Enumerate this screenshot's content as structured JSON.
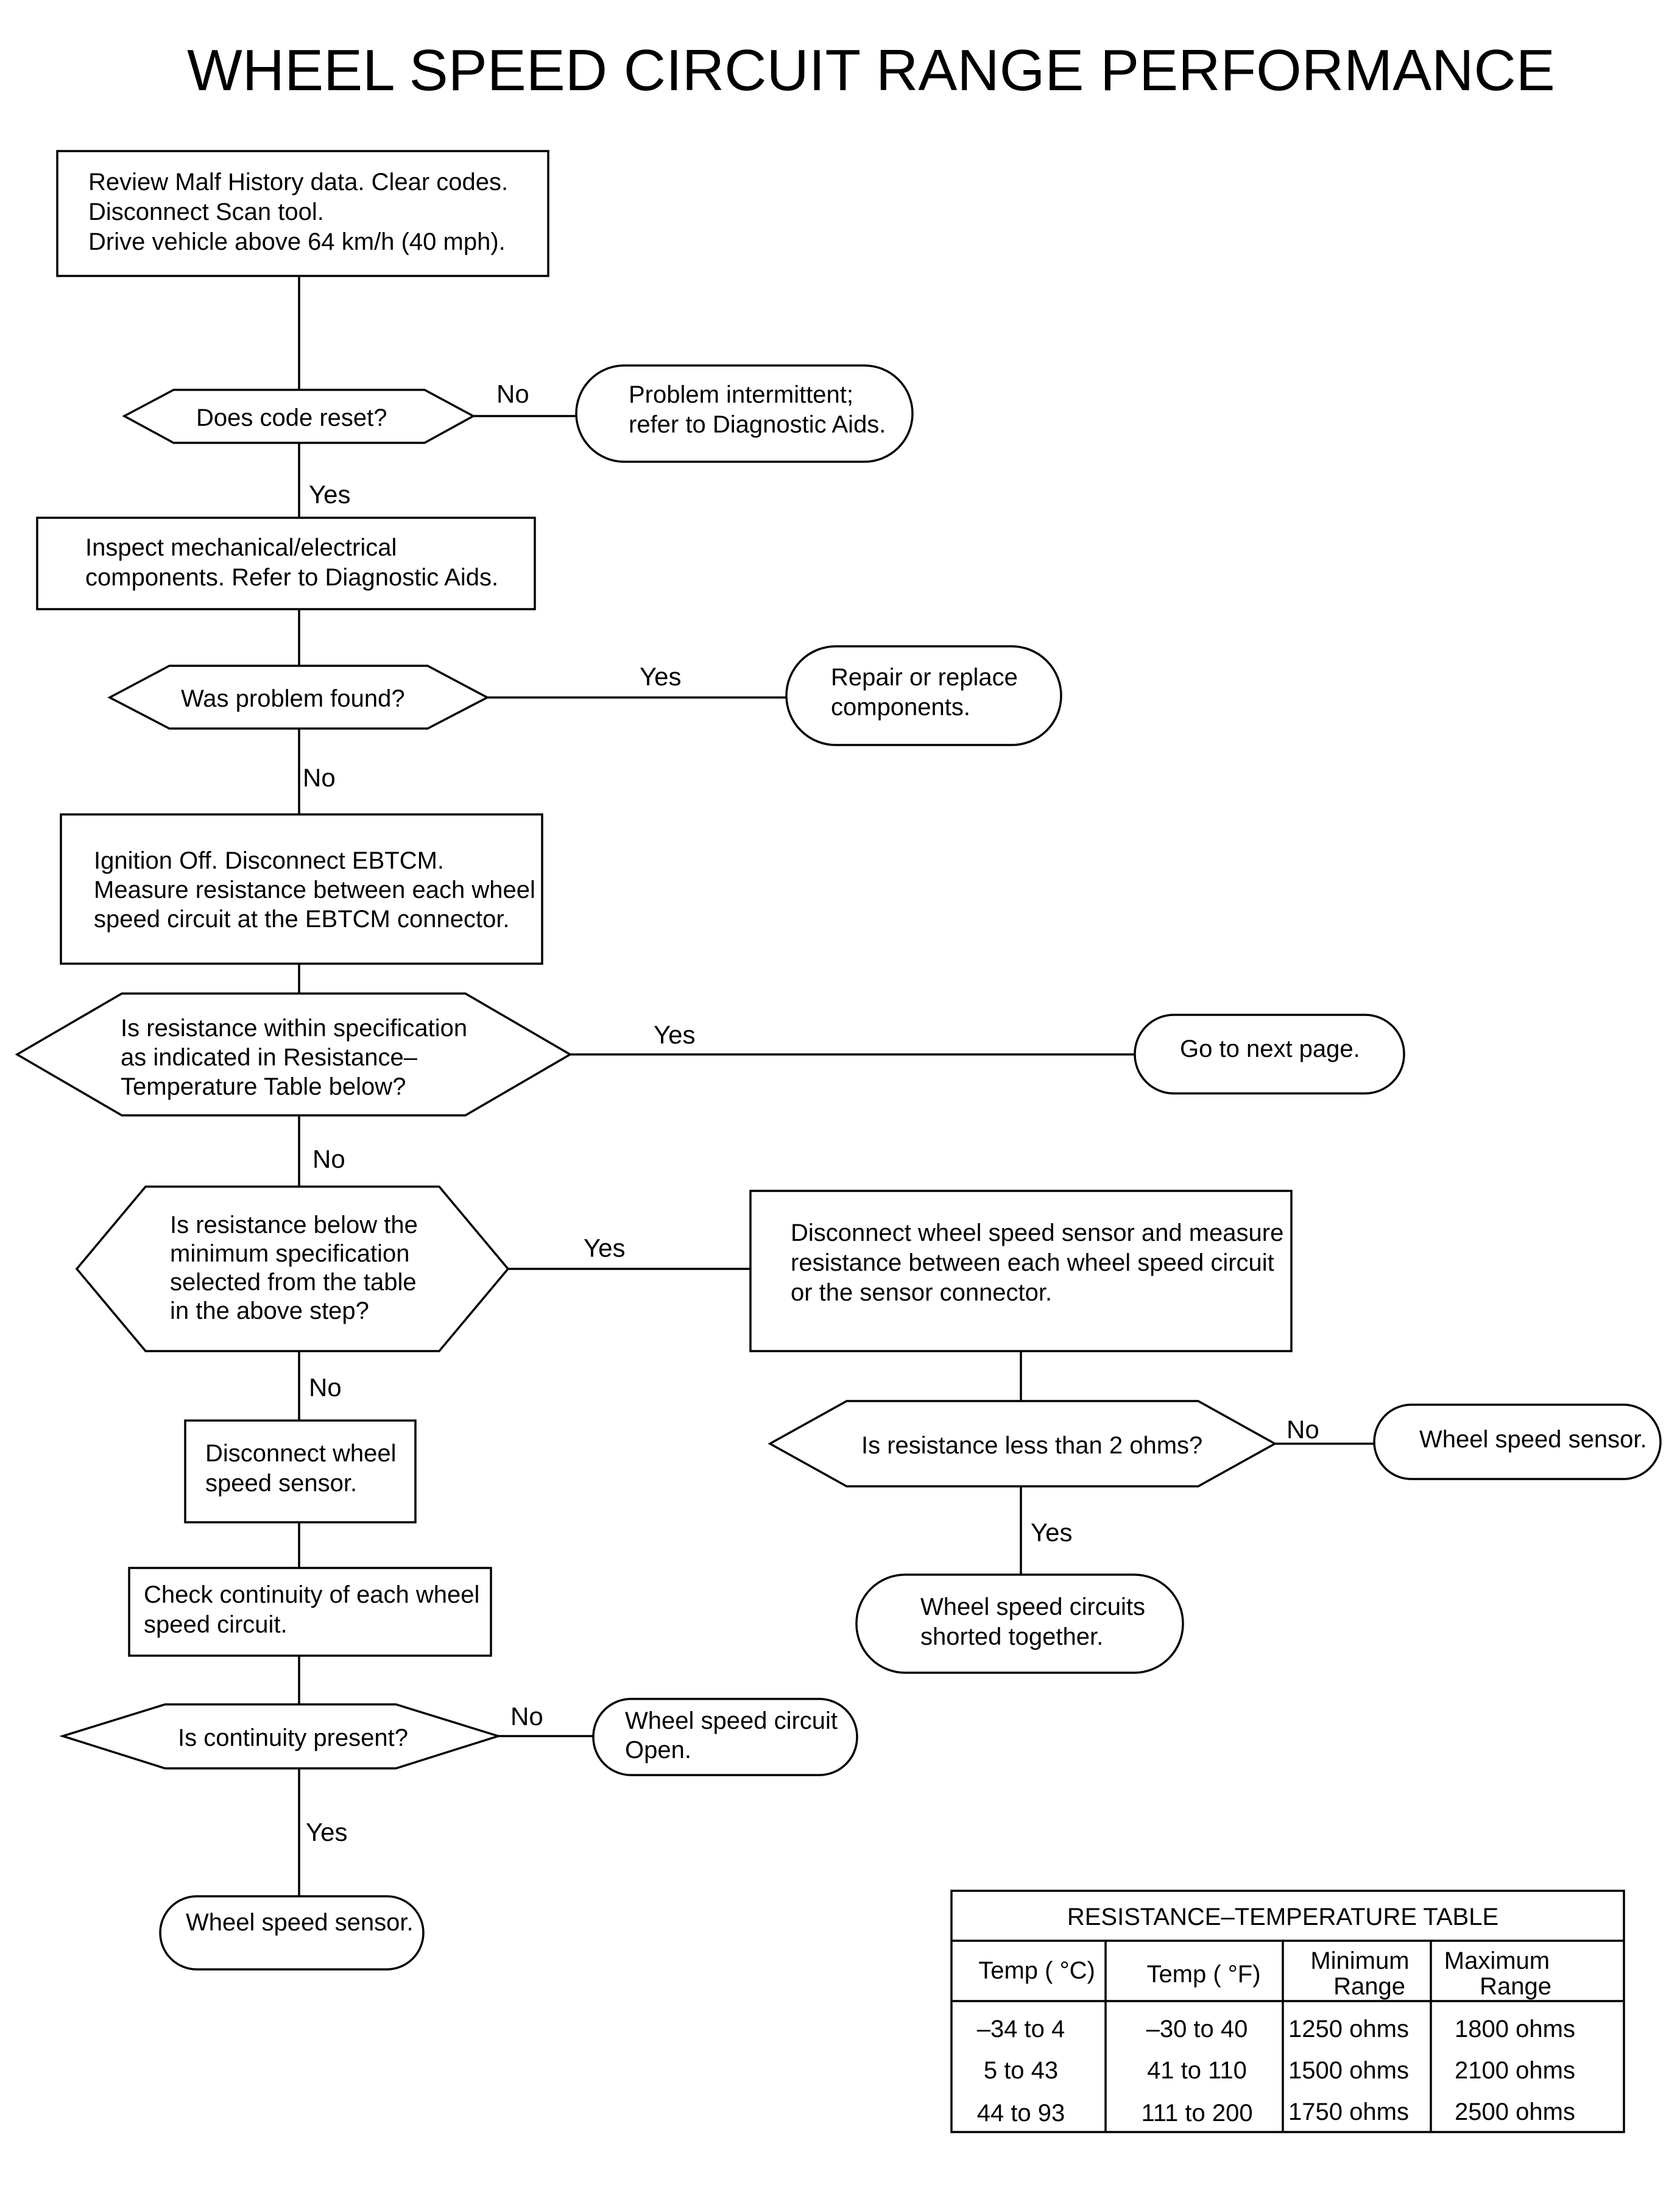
{
  "title": "WHEEL SPEED CIRCUIT RANGE PERFORMANCE",
  "nodes": {
    "review": {
      "lines": [
        "Review Malf History data.  Clear codes.",
        "Disconnect Scan tool.",
        "Drive vehicle above 64 km/h (40 mph)."
      ]
    },
    "code_reset": {
      "lines": [
        "Does code reset?"
      ]
    },
    "intermittent": {
      "lines": [
        "Problem intermittent;",
        "refer to Diagnostic Aids."
      ]
    },
    "inspect": {
      "lines": [
        "Inspect mechanical/electrical",
        "components. Refer to Diagnostic Aids."
      ]
    },
    "problem_found": {
      "lines": [
        "Was problem found?"
      ]
    },
    "repair": {
      "lines": [
        "Repair or replace",
        "components."
      ]
    },
    "ignition": {
      "lines": [
        "Ignition Off. Disconnect EBTCM.",
        "Measure resistance between each wheel",
        "speed circuit at the EBTCM connector."
      ]
    },
    "within_spec": {
      "lines": [
        "Is resistance within specification",
        "as indicated in Resistance–",
        "Temperature Table below?"
      ]
    },
    "next_page": {
      "lines": [
        "Go to next page."
      ]
    },
    "below_min": {
      "lines": [
        "Is resistance below the",
        "minimum specification",
        "selected from the table",
        "in the above step?"
      ]
    },
    "disconnect_measure": {
      "lines": [
        "Disconnect wheel speed sensor and measure",
        "resistance between each wheel speed circuit",
        "or the sensor connector."
      ]
    },
    "less_2ohm": {
      "lines": [
        "Is resistance less than 2 ohms?"
      ]
    },
    "sensor_right": {
      "lines": [
        "Wheel speed sensor."
      ]
    },
    "shorted": {
      "lines": [
        "Wheel speed circuits",
        "shorted together."
      ]
    },
    "disconnect_sensor": {
      "lines": [
        "Disconnect wheel",
        "speed sensor."
      ]
    },
    "check_continuity": {
      "lines": [
        "Check continuity of each wheel",
        "speed circuit."
      ]
    },
    "continuity_present": {
      "lines": [
        "Is continuity present?"
      ]
    },
    "circuit_open": {
      "lines": [
        "Wheel speed circuit",
        "Open."
      ]
    },
    "sensor_bottom": {
      "lines": [
        "Wheel speed sensor."
      ]
    }
  },
  "edge_labels": {
    "code_reset_no": "No",
    "code_reset_yes": "Yes",
    "problem_found_yes": "Yes",
    "problem_found_no": "No",
    "within_spec_yes": "Yes",
    "within_spec_no": "No",
    "below_min_yes": "Yes",
    "below_min_no": "No",
    "less_2ohm_no": "No",
    "less_2ohm_yes": "Yes",
    "continuity_no": "No",
    "continuity_yes": "Yes"
  },
  "table": {
    "title": "RESISTANCE–TEMPERATURE TABLE",
    "headers": [
      [
        "Temp ( °C)"
      ],
      [
        "Temp ( °F)"
      ],
      [
        "Minimum",
        "Range"
      ],
      [
        "Maximum",
        "Range"
      ]
    ],
    "rows": [
      [
        "–34 to 4",
        "–30 to 40",
        "1250 ohms",
        "1800 ohms"
      ],
      [
        "5 to 43",
        "41 to 110",
        "1500 ohms",
        "2100 ohms"
      ],
      [
        "44 to 93",
        "111 to 200",
        "1750 ohms",
        "2500 ohms"
      ]
    ]
  }
}
